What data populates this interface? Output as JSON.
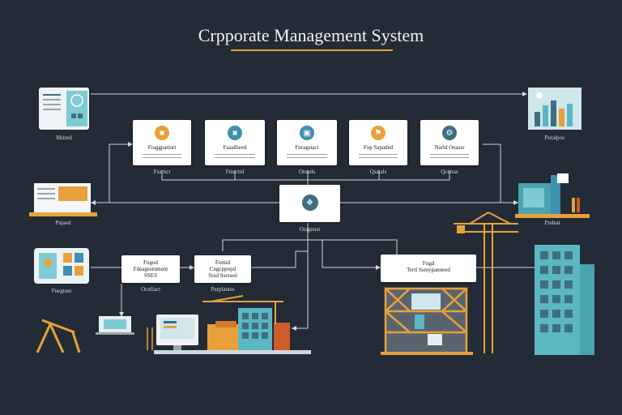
{
  "title": "Crpporate Management System",
  "top_cards": [
    {
      "label": "Fraggpatiort",
      "caption": "Fsarnct",
      "icon": "lock-icon",
      "color": "#e8a13a"
    },
    {
      "label": "Faaallieed",
      "caption": "Fmartrd",
      "icon": "lock-icon",
      "color": "#3e8fb0"
    },
    {
      "label": "Fnragstact",
      "caption": "Onssds",
      "icon": "laptop-icon",
      "color": "#3e8fb0"
    },
    {
      "label": "Fop Sapaded",
      "caption": "Qsatals",
      "icon": "flag-icon",
      "color": "#e8a13a"
    },
    {
      "label": "Narld Ouassr",
      "caption": "Qcersat",
      "icon": "gear-icon",
      "color": "#3e6f80"
    }
  ],
  "center_node": {
    "caption": "Oragnust",
    "icon": "network-icon"
  },
  "left_labels": {
    "top": "Mstred",
    "middle": "Pnjaed",
    "bottom": "Fnegtuet"
  },
  "right_labels": {
    "top": "Peralpoo",
    "middle": "Pndeat"
  },
  "mid_boxes": [
    {
      "line1": "Fngod",
      "line2": "Fdeagesmment",
      "line3": "SSES",
      "caption": "Ocnfiact"
    },
    {
      "line1": "Fnmid",
      "line2": "Cngcppopd",
      "line3": "Srad Ssetsed",
      "caption": "Pnrplantes"
    },
    {
      "line1": "Fngd",
      "line2": "Tertl Ssmypanneed",
      "line3": "",
      "caption": ""
    }
  ],
  "colors": {
    "accent": "#e8a13a",
    "teal": "#5bb7c4",
    "background": "#232b36"
  }
}
